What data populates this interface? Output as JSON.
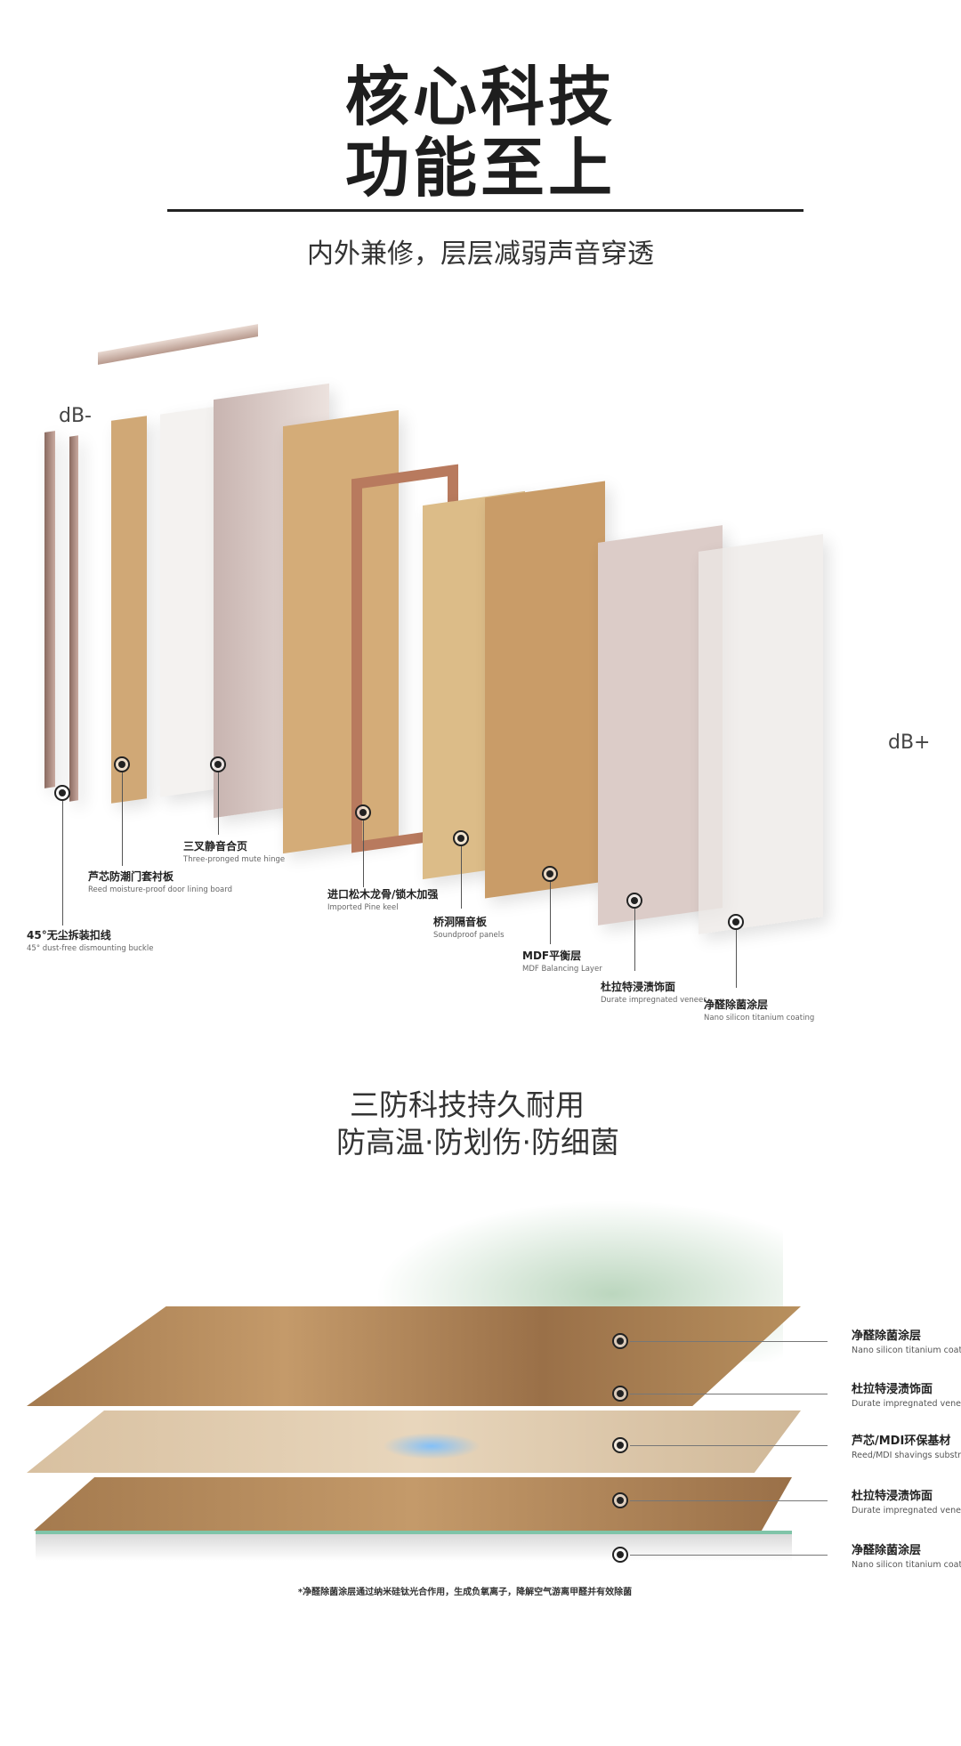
{
  "header": {
    "title_line1": "核心科技",
    "title_line2": "功能至上",
    "subtitle": "内外兼修，层层减弱声音穿透"
  },
  "diagram1": {
    "db_minus": "dB-",
    "db_plus": "dB+",
    "labels": [
      {
        "cn": "45°无尘拆装扣线",
        "en": "45° dust-free dismounting buckle"
      },
      {
        "cn": "芦芯防潮门套衬板",
        "en": "Reed moisture-proof door lining board"
      },
      {
        "cn": "三叉静音合页",
        "en": "Three-pronged mute hinge"
      },
      {
        "cn": "进口松木龙骨/锁木加强",
        "en": "Imported Pine keel"
      },
      {
        "cn": "桥洞隔音板",
        "en": "Soundproof panels"
      },
      {
        "cn": "MDF平衡层",
        "en": "MDF Balancing Layer"
      },
      {
        "cn": "杜拉特浸渍饰面",
        "en": "Durate impregnated veneer"
      },
      {
        "cn": "净醛除菌涂层",
        "en": "Nano silicon titanium coating"
      }
    ]
  },
  "section2": {
    "title_line1": "三防科技持久耐用",
    "title_line2": "防高温·防划伤·防细菌",
    "layers": [
      {
        "cn": "净醛除菌涂层",
        "en": "Nano silicon titanium coating"
      },
      {
        "cn": "杜拉特浸渍饰面",
        "en": "Durate impregnated veneer"
      },
      {
        "cn": "芦芯/MDI环保基材",
        "en": "Reed/MDI shavings substrate"
      },
      {
        "cn": "杜拉特浸渍饰面",
        "en": "Durate impregnated veneer"
      },
      {
        "cn": "净醛除菌涂层",
        "en": "Nano silicon titanium coating"
      }
    ],
    "footnote": "*净醛除菌涂层通过纳米硅钛光合作用，生成负氧离子，降解空气游离甲醛并有效除菌"
  },
  "colors": {
    "wood": "#c9a06f",
    "oak": "#a87e52",
    "frame": "#b07a5e",
    "green": "#3d8a45"
  }
}
